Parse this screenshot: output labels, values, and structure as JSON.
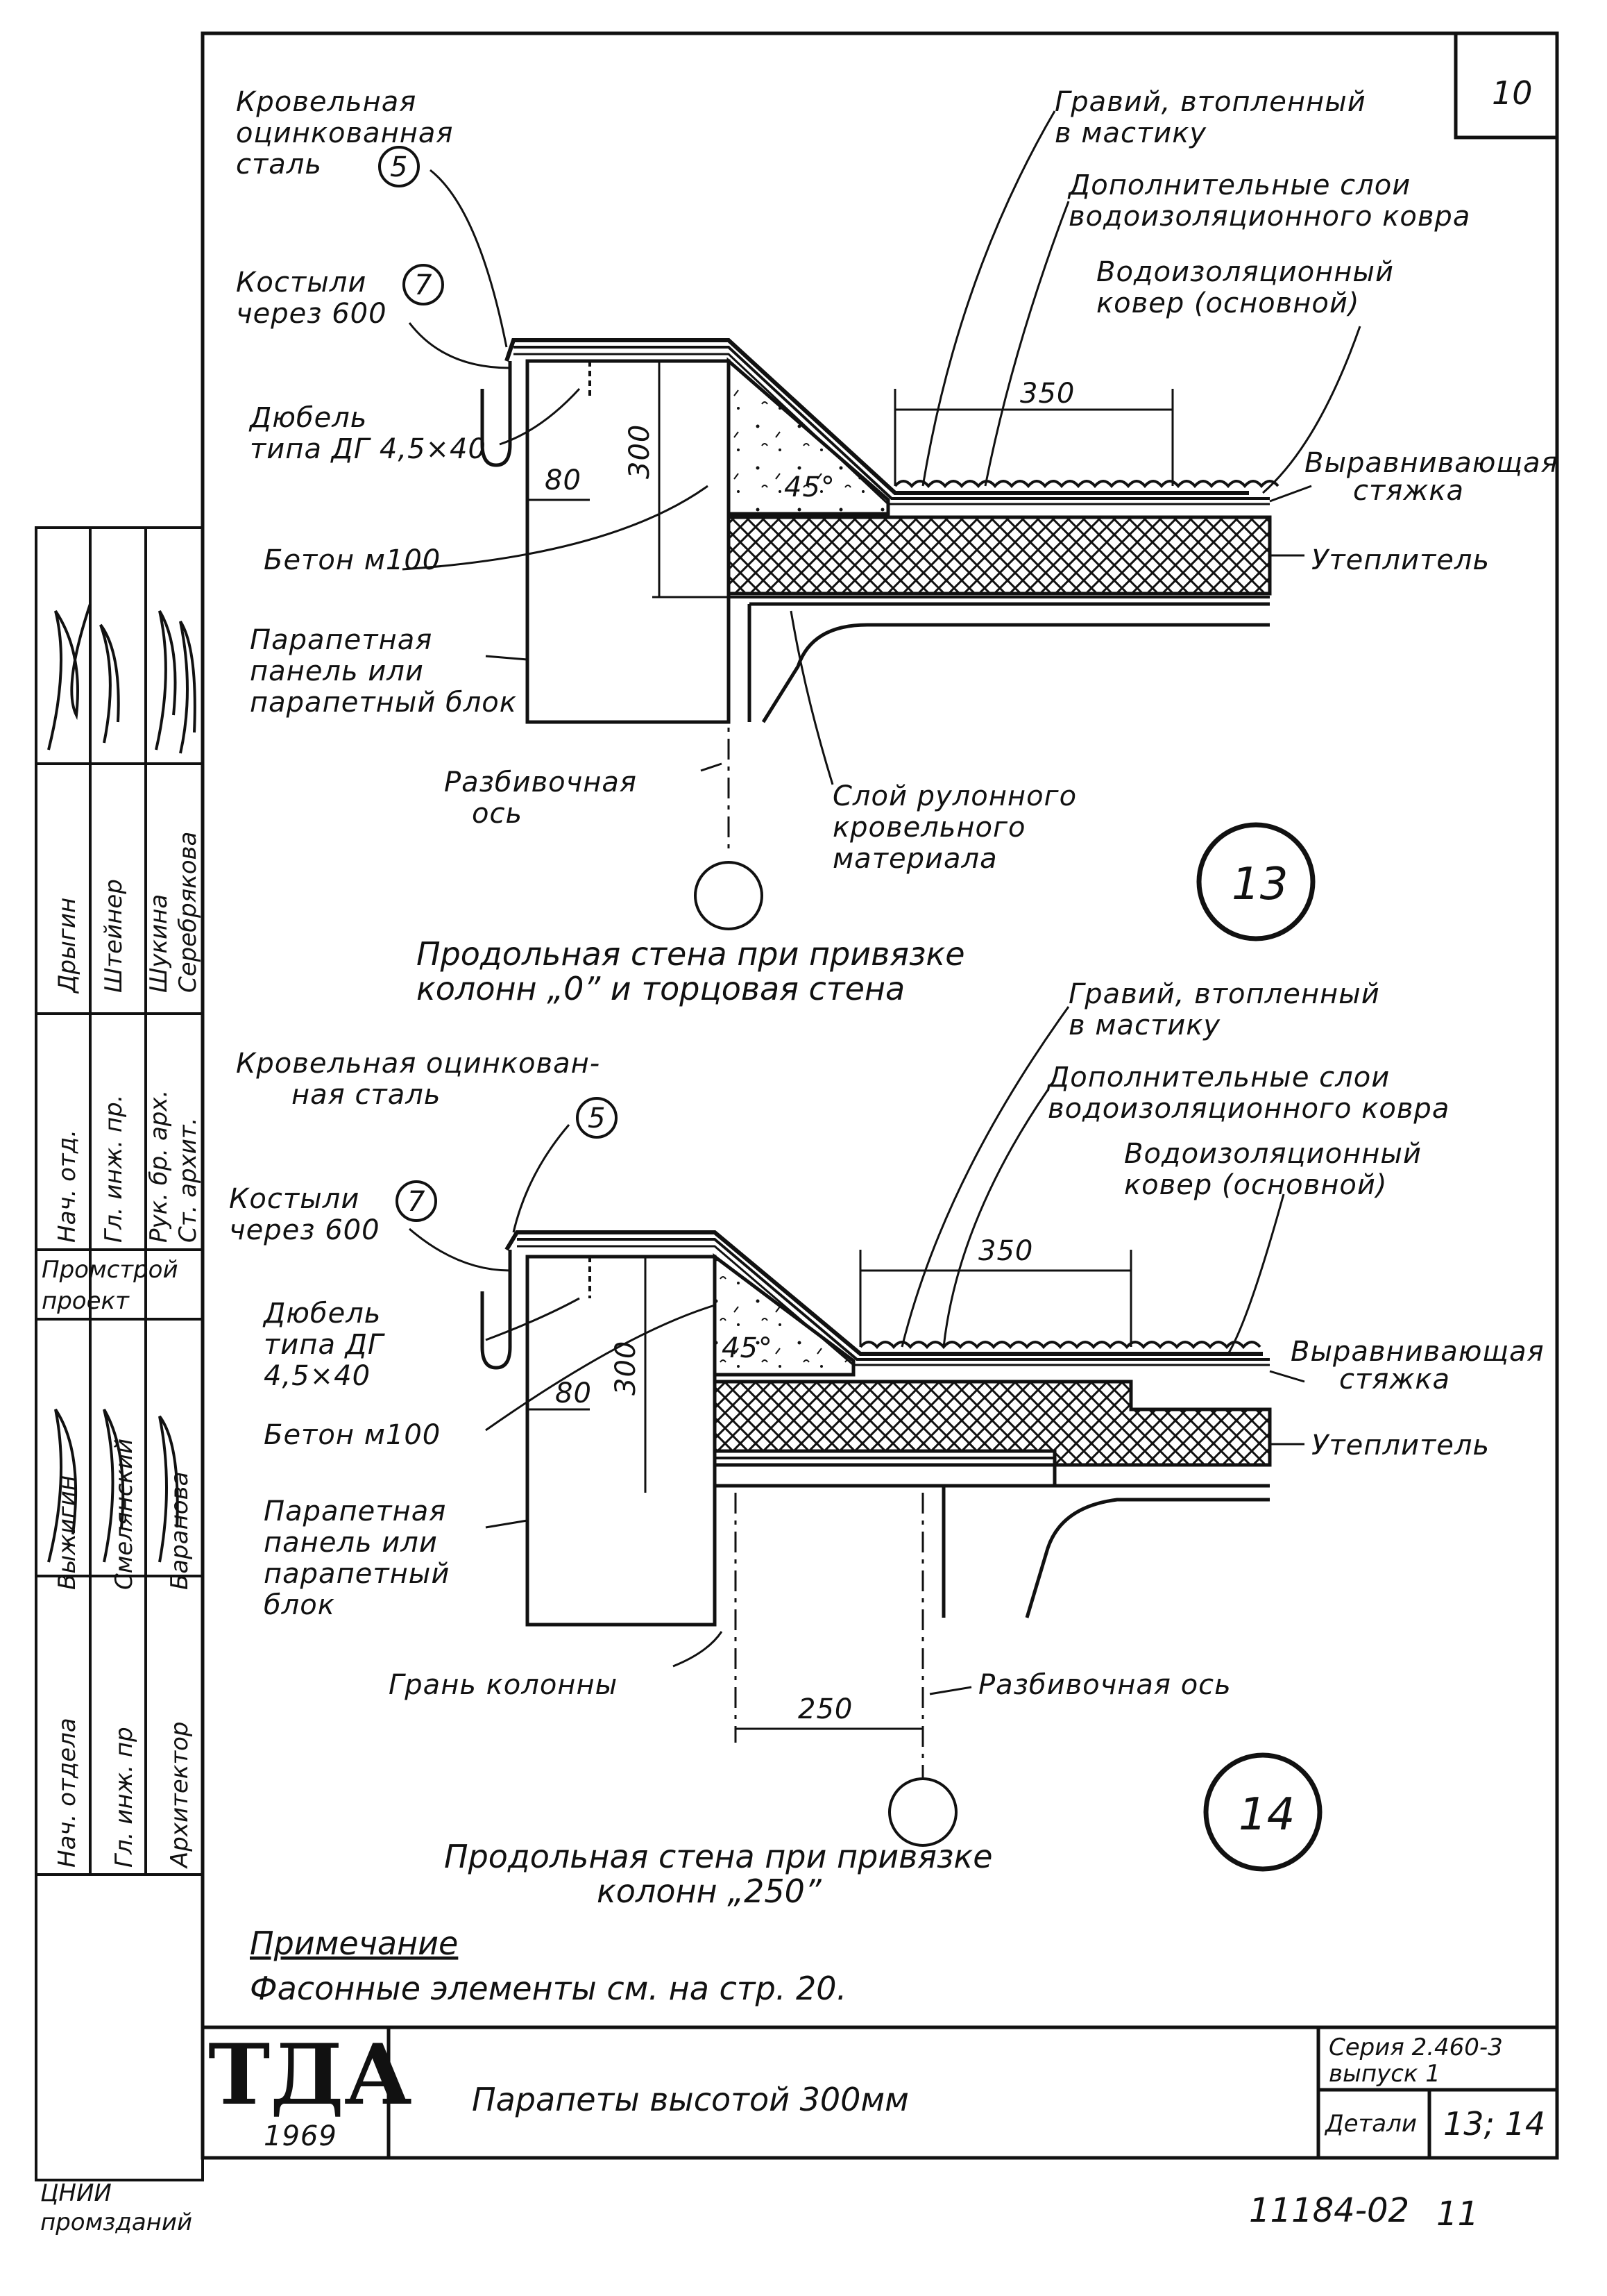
{
  "sheet": {
    "page_number": "10",
    "footer_code": "11184-02",
    "footer_page": "11"
  },
  "detail_13": {
    "number": "13",
    "labels": {
      "roof_steel": [
        "Кровельная",
        "оцинкованная",
        "сталь"
      ],
      "roof_steel_ref": "5",
      "crutch": [
        "Костыли",
        "через 600"
      ],
      "crutch_ref": "7",
      "dowel": [
        "Дюбель",
        "типа ДГ 4,5×40"
      ],
      "concrete": "Бетон м100",
      "parapet": [
        "Парапетная",
        "панель или",
        "парапетный блок"
      ],
      "gravel": [
        "Гравий, втопленный",
        "в мастику"
      ],
      "extra_layers": [
        "Дополнительные слои",
        "водоизоляционного ковра"
      ],
      "main_carpet": [
        "Водоизоляционный",
        "ковер (основной)"
      ],
      "screed": [
        "Выравнивающая",
        "стяжка"
      ],
      "insulation": "Утеплитель",
      "axis": [
        "Разбивочная",
        "ось"
      ],
      "roll_layer": [
        "Слой рулонного",
        "кровельного",
        "материала"
      ]
    },
    "dimensions": {
      "d80": "80",
      "d300": "300",
      "d350": "350",
      "angle": "45°"
    },
    "caption": [
      "Продольная стена при привязке",
      "колонн „0” и торцовая стена"
    ]
  },
  "detail_14": {
    "number": "14",
    "labels": {
      "roof_steel": [
        "Кровельная оцинкован-",
        "ная сталь"
      ],
      "roof_steel_ref": "5",
      "crutch": [
        "Костыли",
        "через 600"
      ],
      "crutch_ref": "7",
      "dowel": [
        "Дюбель",
        "типа ДГ",
        "4,5×40"
      ],
      "concrete": "Бетон м100",
      "parapet": [
        "Парапетная",
        "панель или",
        "парапетный",
        "блок"
      ],
      "gravel": [
        "Гравий, втопленный",
        "в мастику"
      ],
      "extra_layers": [
        "Дополнительные слои",
        "водоизоляционного ковра"
      ],
      "main_carpet": [
        "Водоизоляционный",
        "ковер (основной)"
      ],
      "screed": [
        "Выравнивающая",
        "стяжка"
      ],
      "insulation": "Утеплитель",
      "column_face": "Грань колонны",
      "axis": "Разбивочная ось"
    },
    "dimensions": {
      "d80": "80",
      "d300": "300",
      "d350": "350",
      "d250": "250",
      "angle": "45°"
    },
    "caption": [
      "Продольная стена при привязке",
      "колонн „250”"
    ]
  },
  "note": {
    "heading": "Примечание",
    "text": "Фасонные элементы см. на стр. 20."
  },
  "stamp": {
    "logo": "ТДА",
    "year": "1969",
    "title": "Парапеты высотой 300мм",
    "series_label": [
      "Серия 2.460-3",
      "выпуск 1"
    ],
    "details_label": "Детали",
    "details_value": "13; 14"
  },
  "side_block_top": {
    "org": [
      "Промстрой",
      "проект"
    ],
    "rows": [
      {
        "role": "Нач. отд.",
        "name": "Дрыгин"
      },
      {
        "role": "Гл. инж. пр.",
        "name": "Штейнер"
      },
      {
        "role": "Рук. бр. арх.",
        "name": "Шукина"
      },
      {
        "role": "Ст. архит.",
        "name": "Серебрякова"
      }
    ]
  },
  "side_block_bottom": {
    "org": [
      "ЦНИИ",
      "промзданий"
    ],
    "rows": [
      {
        "role": "Нач. отдела",
        "name": "Выжигин"
      },
      {
        "role": "Гл. инж. пр",
        "name": "Смелянский"
      },
      {
        "role": "Архитектор",
        "name": "Баранова"
      }
    ]
  }
}
